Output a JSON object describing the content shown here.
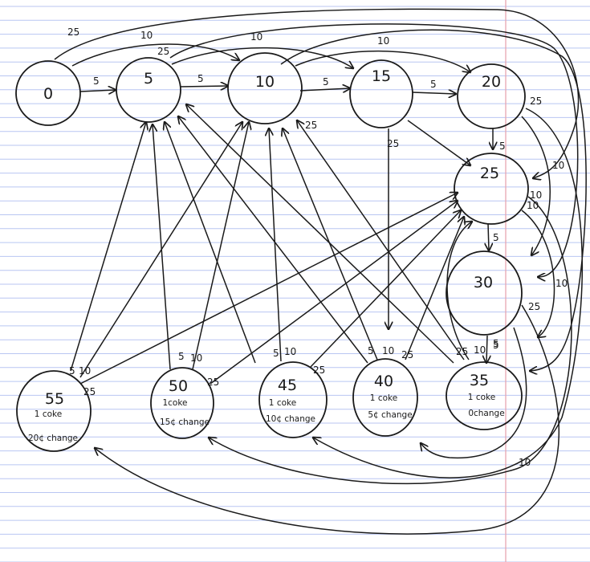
{
  "paper": {
    "line_color": "#b9c6f2",
    "margin_color": "#e7a6b0",
    "ink_color": "#1a1a1a"
  },
  "states": [
    {
      "id": "s0",
      "label": "0",
      "sub": []
    },
    {
      "id": "s5",
      "label": "5",
      "sub": []
    },
    {
      "id": "s10",
      "label": "10",
      "sub": []
    },
    {
      "id": "s15",
      "label": "15",
      "sub": []
    },
    {
      "id": "s20",
      "label": "20",
      "sub": []
    },
    {
      "id": "s25",
      "label": "25",
      "sub": []
    },
    {
      "id": "s30",
      "label": "30",
      "sub": []
    },
    {
      "id": "s35",
      "label": "35",
      "sub": [
        "1 coke",
        "0change"
      ]
    },
    {
      "id": "s40",
      "label": "40",
      "sub": [
        "1 coke",
        "5¢ change"
      ]
    },
    {
      "id": "s45",
      "label": "45",
      "sub": [
        "1 coke",
        "10¢ change"
      ]
    },
    {
      "id": "s50",
      "label": "50",
      "sub": [
        "1coke",
        "15¢ change"
      ]
    },
    {
      "id": "s55",
      "label": "55",
      "sub": [
        "1 coke",
        "20¢ change"
      ]
    }
  ],
  "edge_labels": [
    {
      "id": "e0-5",
      "text": "5"
    },
    {
      "id": "e5-10",
      "text": "5"
    },
    {
      "id": "e10-15",
      "text": "5"
    },
    {
      "id": "e15-20",
      "text": "5"
    },
    {
      "id": "e20-25",
      "text": "5"
    },
    {
      "id": "e25-30",
      "text": "5"
    },
    {
      "id": "e30-35",
      "text": "5"
    },
    {
      "id": "e0-25",
      "text": "25"
    },
    {
      "id": "e0-10",
      "text": "10"
    },
    {
      "id": "e5-15",
      "text": "10"
    },
    {
      "id": "e10-20",
      "text": "10"
    },
    {
      "id": "e5-30",
      "text": "25"
    },
    {
      "id": "e10-35",
      "text": "25"
    },
    {
      "id": "e15-40",
      "text": "25"
    },
    {
      "id": "e20-45",
      "text": "25"
    },
    {
      "id": "e15-25",
      "text": "10"
    },
    {
      "id": "e20-30",
      "text": "10"
    },
    {
      "id": "e25-50",
      "text": "25"
    },
    {
      "id": "e25-35",
      "text": "10"
    },
    {
      "id": "e30-55",
      "text": "25"
    },
    {
      "id": "e30-40",
      "text": "10"
    },
    {
      "id": "e55-5",
      "text": "5"
    },
    {
      "id": "e55-10",
      "text": "10"
    },
    {
      "id": "e55-25",
      "text": "25"
    },
    {
      "id": "e50-5",
      "text": "5"
    },
    {
      "id": "e50-10",
      "text": "10"
    },
    {
      "id": "e50-25",
      "text": "25"
    },
    {
      "id": "e45-5",
      "text": "5"
    },
    {
      "id": "e45-10",
      "text": "10"
    },
    {
      "id": "e45-25",
      "text": "25"
    },
    {
      "id": "e40-5",
      "text": "5"
    },
    {
      "id": "e40-10",
      "text": "10"
    },
    {
      "id": "e40-25",
      "text": "25"
    },
    {
      "id": "e35-5",
      "text": "5"
    },
    {
      "id": "e35-10",
      "text": "10"
    },
    {
      "id": "e35-25",
      "text": "25"
    },
    {
      "id": "e-bottom-10",
      "text": "10"
    }
  ]
}
